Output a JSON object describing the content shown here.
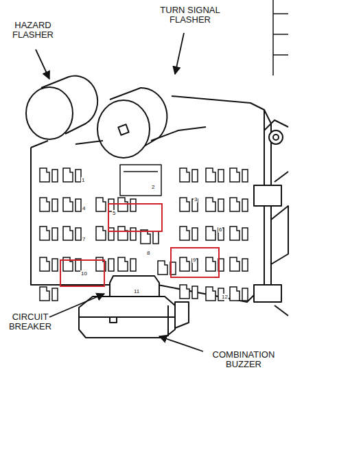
{
  "diagram": {
    "nodes": [
      {
        "text": [
          "5"
        ]
      },
      {
        "text": [
          "9"
        ]
      },
      {
        "text": [
          "10"
        ]
      }
    ],
    "labels": [
      "HAZARD FLASHER",
      "TURN SIGNAL FLASHER",
      "1",
      "2",
      "3",
      "4",
      "6",
      "7",
      "8",
      "11",
      "12",
      "CIRCUIT BREAKER",
      "COMBINATION BUZZER"
    ]
  }
}
